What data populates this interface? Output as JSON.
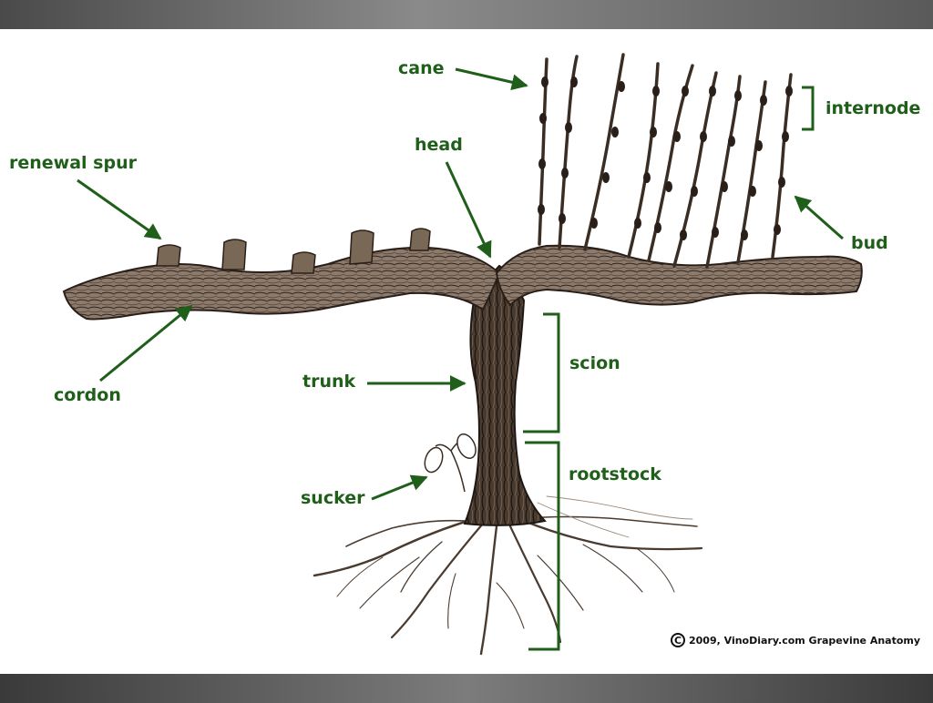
{
  "labels": {
    "cane": "cane",
    "internode": "internode",
    "head": "head",
    "renewal_spur": "renewal spur",
    "bud": "bud",
    "cordon": "cordon",
    "scion": "scion",
    "trunk": "trunk",
    "rootstock": "rootstock",
    "sucker": "sucker"
  },
  "credit": {
    "symbol": "C",
    "text": "2009, VinoDiary.com  Grapevine Anatomy"
  },
  "colors": {
    "label_green": "#1f5f1a",
    "bark_dark": "#3a2d24",
    "bark_mid": "#6b5a4d",
    "bark_light": "#a89686"
  }
}
